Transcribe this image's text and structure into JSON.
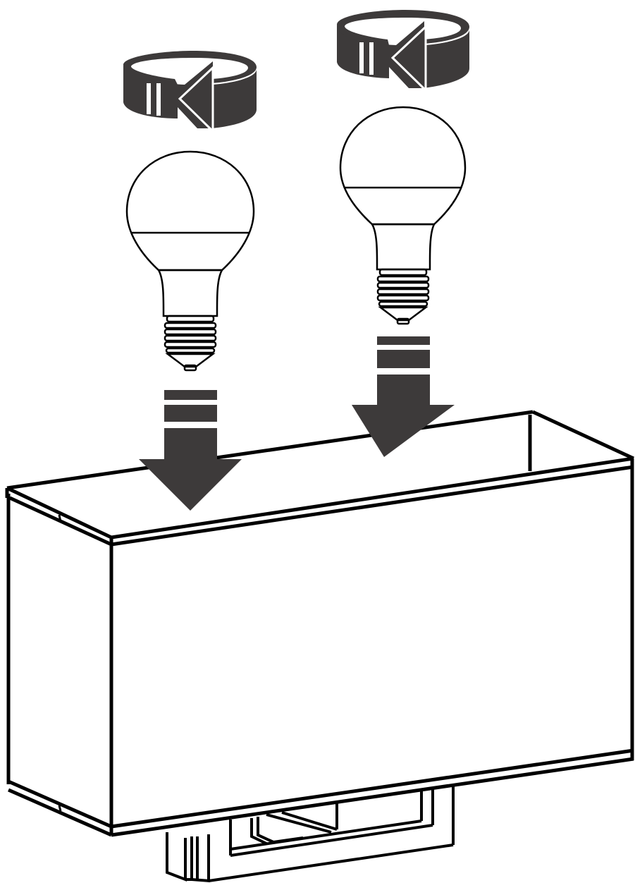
{
  "diagram": {
    "type": "assembly-instruction",
    "steps": [
      {
        "icon": "rotate-clockwise-icon",
        "part": "light-bulb",
        "action": "screw-in"
      },
      {
        "icon": "rotate-clockwise-icon",
        "part": "light-bulb",
        "action": "screw-in"
      }
    ],
    "colors": {
      "ink": "#000000",
      "fill": "#3d3a3a",
      "background": "#ffffff"
    }
  }
}
